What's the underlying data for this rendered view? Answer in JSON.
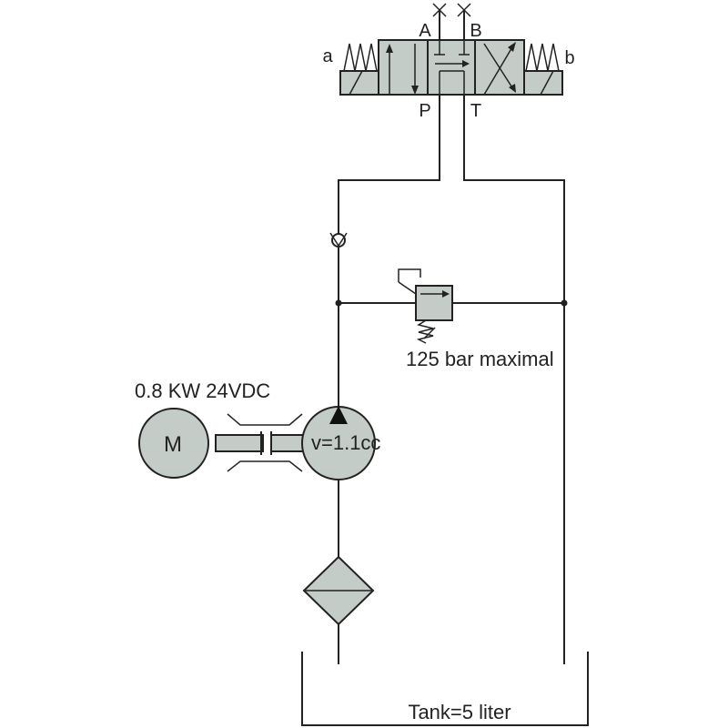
{
  "valve": {
    "port_a": "A",
    "port_b": "B",
    "port_p": "P",
    "port_t": "T",
    "solenoid_a": "a",
    "solenoid_b": "b"
  },
  "relief_valve": {
    "label": "125 bar maximal"
  },
  "motor": {
    "symbol": "M",
    "rating": "0.8 KW 24VDC"
  },
  "pump": {
    "displacement": "v=1.1cc"
  },
  "tank": {
    "label": "Tank=5 liter"
  }
}
